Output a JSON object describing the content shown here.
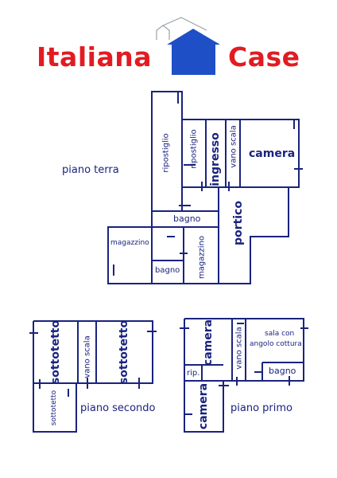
{
  "logo": {
    "word1": "Italiana",
    "word2": "Case",
    "icon": "house-icon"
  },
  "colors": {
    "walls": "#1a237e",
    "brand_red": "#e21b22",
    "brand_blue": "#1e4fc7"
  },
  "floors": {
    "ground": {
      "title": "piano terra",
      "rooms": {
        "ripostiglio1": "ripostiglio",
        "ripostiglio2": "ripostiglio",
        "ingresso": "ingresso",
        "vano_scala": "vano scala",
        "camera": "camera",
        "bagno1": "bagno",
        "portico": "portico",
        "magazzino1": "magazzino",
        "magazzino2": "magazzino",
        "bagno2": "bagno"
      }
    },
    "second": {
      "title": "piano secondo",
      "rooms": {
        "sottotetto1": "sottotetto",
        "vano_scala": "vano scala",
        "sottotetto2": "sottotetto",
        "sottotetto3": "sottotetto"
      }
    },
    "first": {
      "title": "piano primo",
      "rooms": {
        "camera1": "camera",
        "vano_scala": "vano scala",
        "sala": "sala con",
        "sala2": "angolo cottura",
        "rip": "rip.",
        "bagno": "bagno",
        "camera2": "camera"
      }
    }
  }
}
